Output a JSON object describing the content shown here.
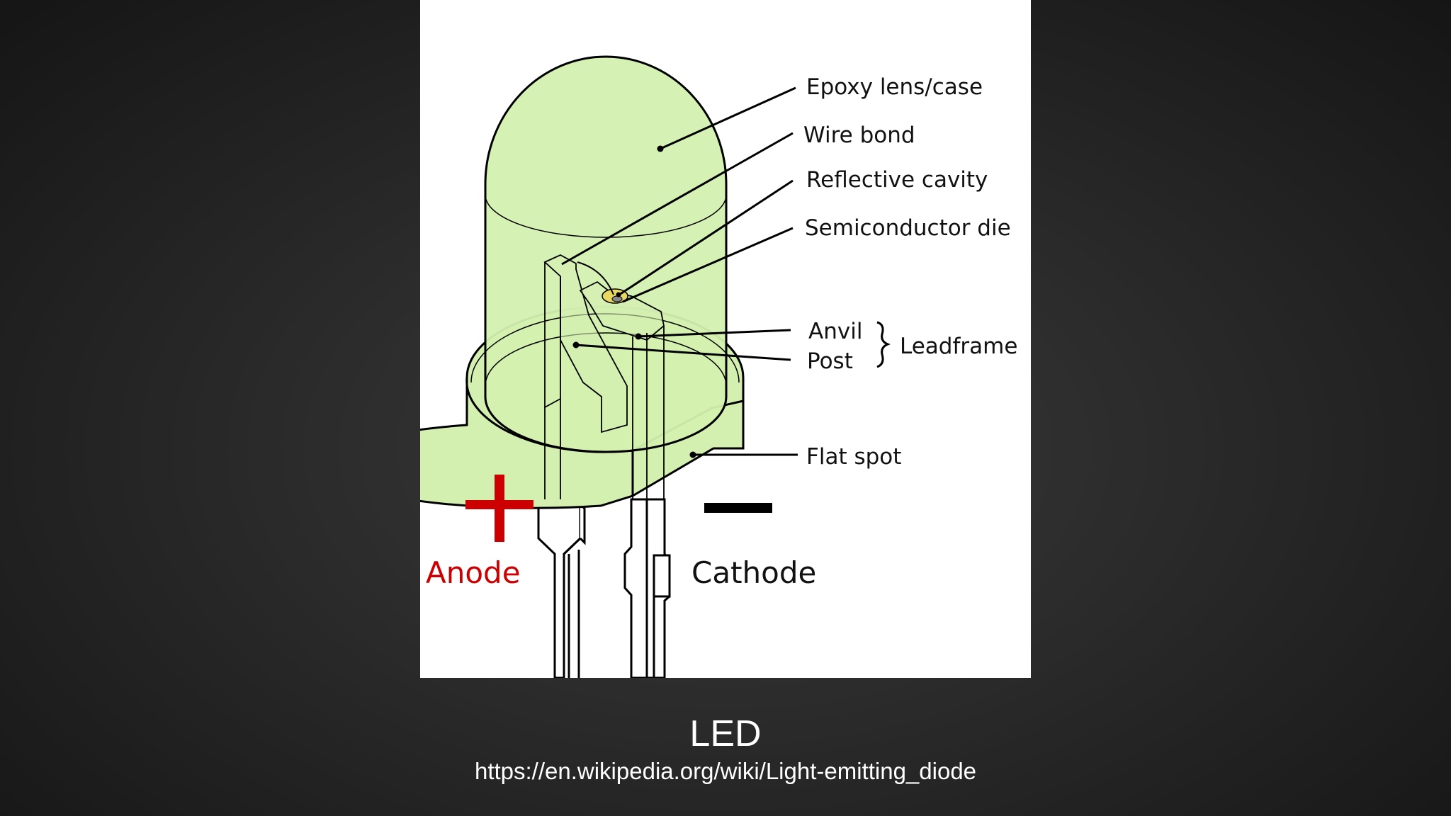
{
  "diagram": {
    "labels": {
      "epoxy": "Epoxy lens/case",
      "wire_bond": "Wire bond",
      "reflective_cavity": "Reflective cavity",
      "semiconductor_die": "Semiconductor die",
      "anvil": "Anvil",
      "post": "Post",
      "leadframe": "Leadframe",
      "flat_spot": "Flat spot",
      "anode": "Anode",
      "cathode": "Cathode"
    },
    "colors": {
      "lens_fill": "#d4f0b0",
      "anode": "#cc0000",
      "cathode": "#000000",
      "background": "#ffffff"
    }
  },
  "caption": {
    "title": "LED",
    "url": "https://en.wikipedia.org/wiki/Light-emitting_diode"
  }
}
